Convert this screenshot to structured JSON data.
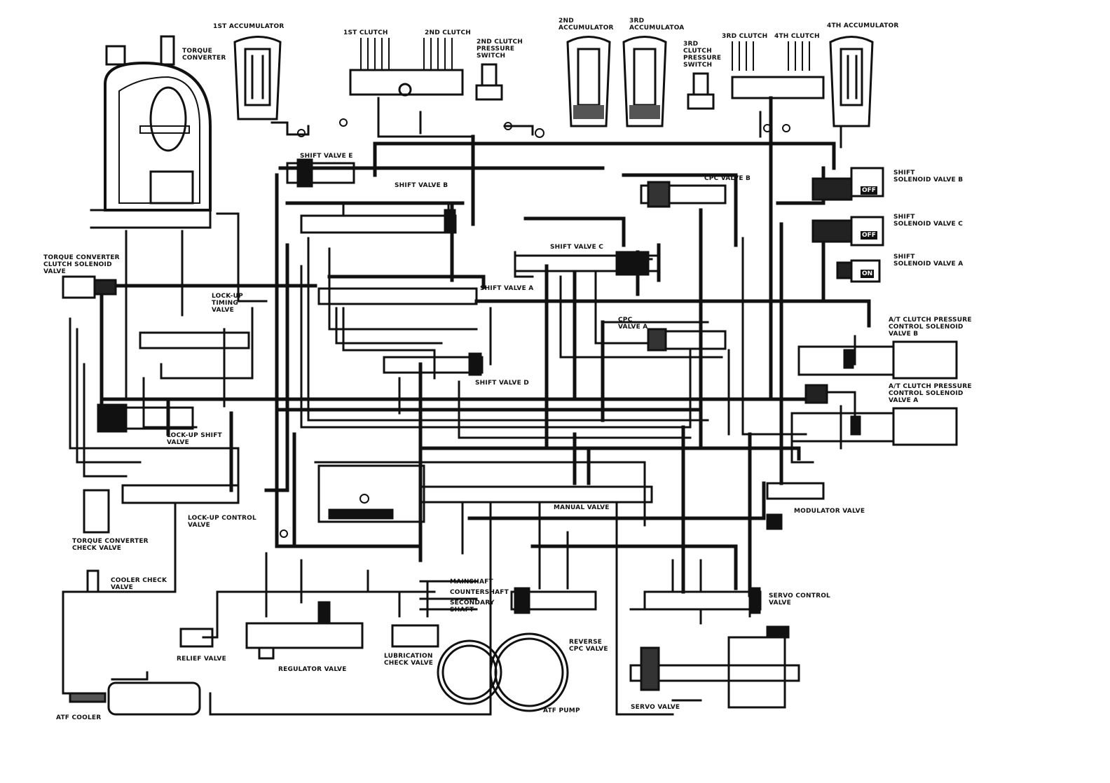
{
  "labels": {
    "acc1": "1ST ACCUMULATOR",
    "torque_converter": "TORQUE\nCONVERTER",
    "clutch1": "1ST CLUTCH",
    "clutch2": "2ND CLUTCH",
    "clutch2_switch": "2ND CLUTCH\nPRESSURE\nSWITCH",
    "acc2": "2ND\nACCUMULATOR",
    "acc3": "3RD\nACCUMULATOA",
    "clutch3_switch": "3RD\nCLUTCH\nPRESSURE\nSWITCH",
    "clutch3": "3RD CLUTCH",
    "clutch4": "4TH CLUTCH",
    "acc4": "4TH ACCUMULATOR",
    "shift_valve_e": "SHIFT VALVE E",
    "shift_valve_b": "SHIFT VALVE B",
    "cpc_valve_b": "CPC VALVE B",
    "shift_sol_b": "SHIFT\nSOLENOID VALVE B",
    "shift_sol_c": "SHIFT\nSOLENOID VALVE C",
    "shift_sol_a": "SHIFT\nSOLENOID VALVE A",
    "tcc_solenoid": "TORQUE CONVERTER\nCLUTCH SOLENOID\nVALVE",
    "shift_valve_c": "SHIFT VALVE C",
    "shift_valve_a": "SHIFT VALVE A",
    "lockup_timing": "LOCK-UP\nTIMING\nVALVE",
    "cpc_valve_a": "CPC\nVALVE A",
    "at_pcs_b": "A/T CLUTCH PRESSURE\nCONTROL SOLENOID\nVALVE B",
    "shift_valve_d": "SHIFT VALVE D",
    "at_pcs_a": "A/T CLUTCH PRESSURE\nCONTROL SOLENOID\nVALVE A",
    "lockup_shift": "LOCK-UP SHIFT\nVALVE",
    "manual_valve": "MANUAL VALVE",
    "modulator_valve": "MODULATOR VALVE",
    "tc_check": "TORQUE CONVERTER\nCHECK VALVE",
    "lockup_control": "LOCK-UP CONTROL\nVALVE",
    "cooler_check": "COOLER CHECK\nVALVE",
    "mainshaft": "MAINSHAFT",
    "countershaft": "COUNTERSHAFT",
    "secondary_shaft": "SECONDARY\nSHAFT",
    "servo_control": "SERVO CONTROL\nVALVE",
    "relief_valve": "RELIEF VALVE",
    "regulator_valve": "REGULATOR VALVE",
    "lubrication_check": "LUBRICATION\nCHECK VALVE",
    "reverse_cpc": "REVERSE\nCPC VALVE",
    "servo_valve": "SERVO VALVE",
    "atf_cooler": "ATF COOLER",
    "atf_pump": "ATF PUMP"
  },
  "solenoid_states": {
    "b": "OFF",
    "c": "OFF",
    "a": "ON"
  },
  "colors": {
    "ink": "#111111",
    "paper": "#ffffff"
  }
}
